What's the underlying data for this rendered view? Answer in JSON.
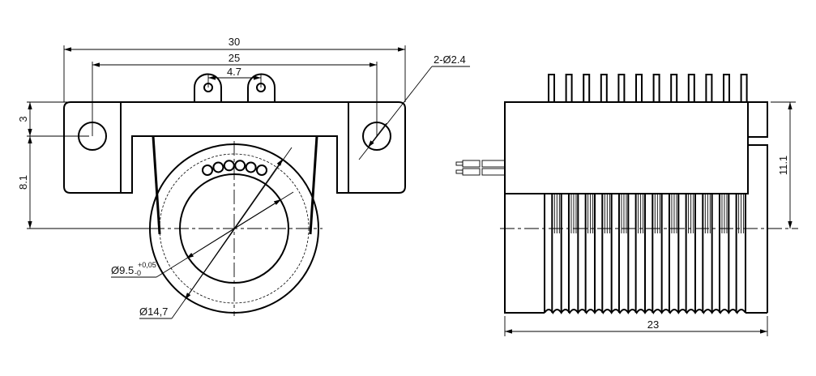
{
  "front_view": {
    "dim_overall_width": "30",
    "dim_hole_spacing": "25",
    "dim_terminal_spacing": "4.7",
    "dim_hole_offset": "3",
    "dim_center_height": "8.1",
    "dim_mount_holes": "2-Ø2.4",
    "dim_bore": "Ø9.5",
    "dim_bore_tol_upper": "+0,05",
    "dim_bore_tol_lower": "-0",
    "dim_outer_dia": "Ø14,7",
    "contact_count": 6
  },
  "side_view": {
    "dim_length": "23",
    "dim_height": "11.1",
    "pin_count": 12,
    "ring_count": 12
  },
  "colors": {
    "line": "#000000",
    "background": "#ffffff"
  }
}
